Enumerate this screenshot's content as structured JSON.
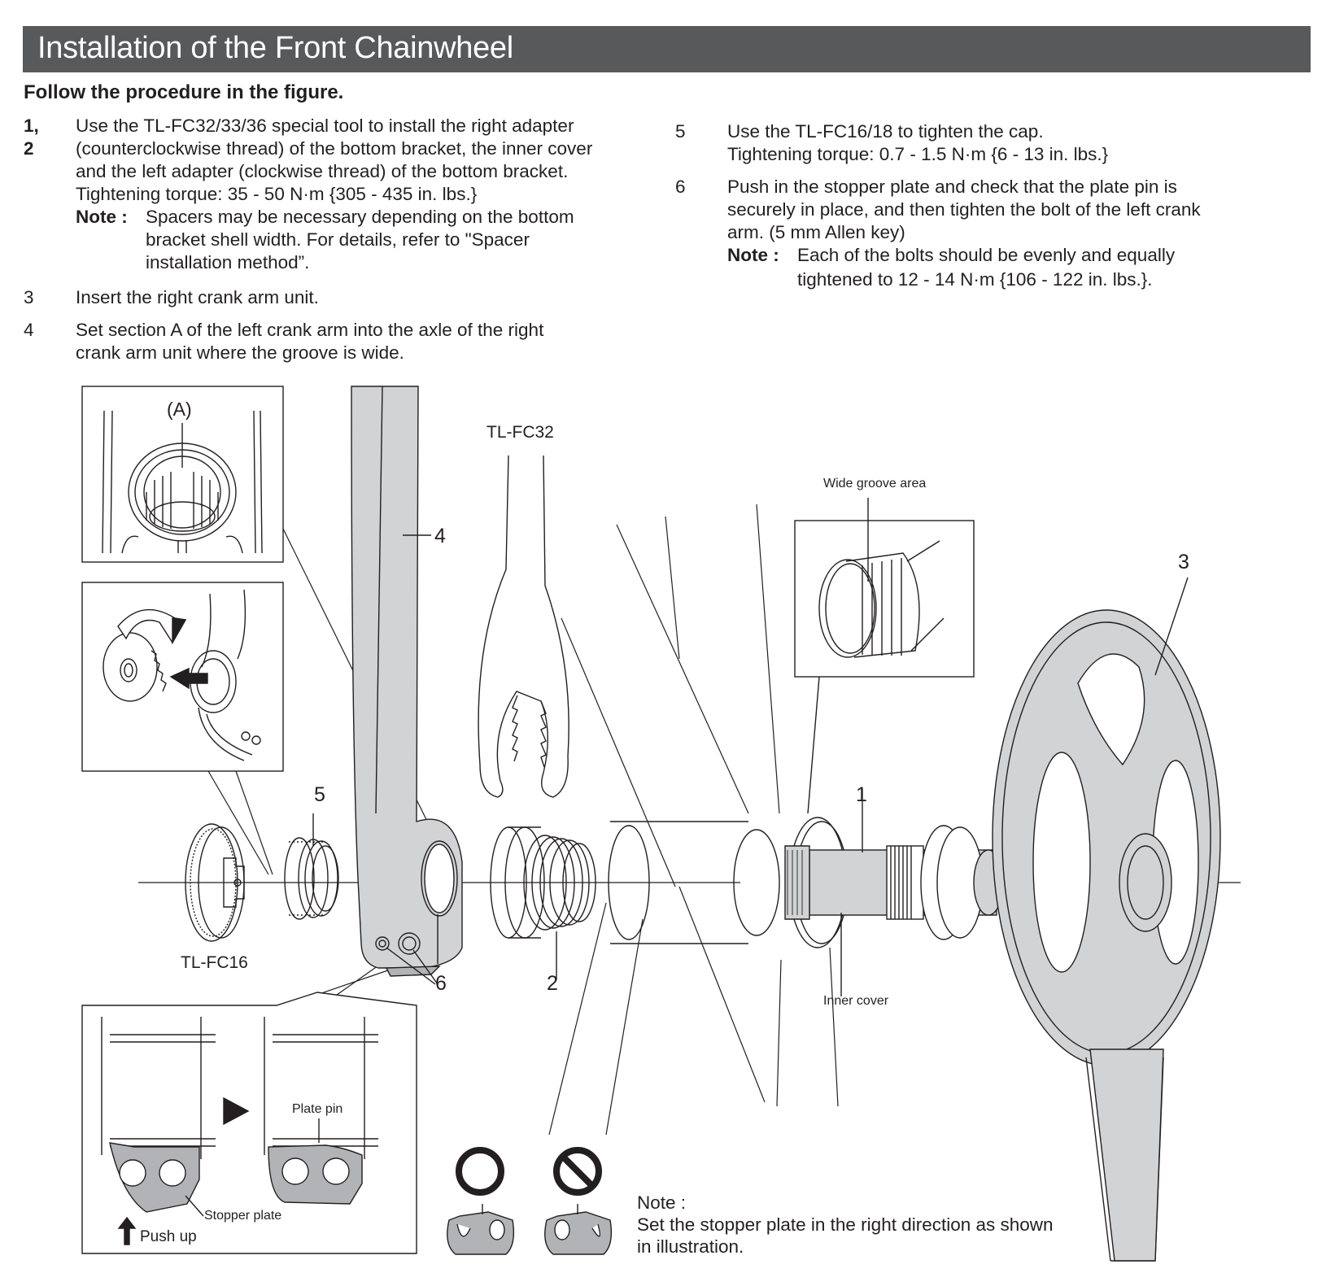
{
  "header": {
    "title": "Installation of the Front Chainwheel",
    "background_color": "#58595b",
    "text_color": "#ffffff"
  },
  "intro": "Follow the procedure in the figure.",
  "steps": [
    {
      "number": "1, 2",
      "lines": [
        "Use the TL-FC32/33/36 special tool to install the right adapter",
        "(counterclockwise thread) of the bottom bracket, the inner cover",
        "and the left adapter (clockwise thread) of the bottom bracket.",
        "Tightening torque: 35 - 50 N·m {305 - 435 in. lbs.}"
      ],
      "note_label": "Note :",
      "note_lines": [
        "Spacers may be necessary depending on the bottom",
        "bracket shell width. For details, refer to \"Spacer",
        "installation method”."
      ]
    },
    {
      "number": "3",
      "lines": [
        "Insert the right crank arm unit."
      ]
    },
    {
      "number": "4",
      "lines": [
        "Set section A of the left crank arm into the axle of the right",
        "crank arm unit where the groove is wide."
      ]
    },
    {
      "number": "5",
      "lines": [
        "Use the TL-FC16/18 to tighten the cap.",
        "Tightening torque: 0.7 - 1.5 N·m {6 - 13 in. lbs.}"
      ]
    },
    {
      "number": "6",
      "lines": [
        "Push in the stopper plate and check that the plate pin is",
        "securely in place, and then tighten the bolt of the left crank",
        "arm. (5 mm Allen key)"
      ],
      "note_label": "Note :",
      "note_lines": [
        "Each of the bolts should be evenly and equally",
        "tightened to 12 - 14 N·m {106 - 122 in. lbs.}."
      ]
    }
  ],
  "figure": {
    "labels": {
      "section_a": "(A)",
      "tool_fc32": "TL-FC32",
      "tool_fc16": "TL-FC16",
      "wide_groove": "Wide groove area",
      "inner_cover": "Inner cover",
      "plate_pin": "Plate pin",
      "stopper_plate": "Stopper plate",
      "push_up": "Push up",
      "callout_1": "1",
      "callout_2": "2",
      "callout_3": "3",
      "callout_4": "4",
      "callout_5": "5",
      "callout_6": "6"
    },
    "symbols": {
      "correct": "correct-circle-icon",
      "incorrect": "prohibited-icon"
    },
    "part_fill_color": "#d1d3d4",
    "plate_fill_color": "#b1b3b6"
  },
  "bottom_note": {
    "label": "Note :",
    "lines": [
      "Set the stopper plate in the right direction as shown",
      "in illustration."
    ]
  }
}
